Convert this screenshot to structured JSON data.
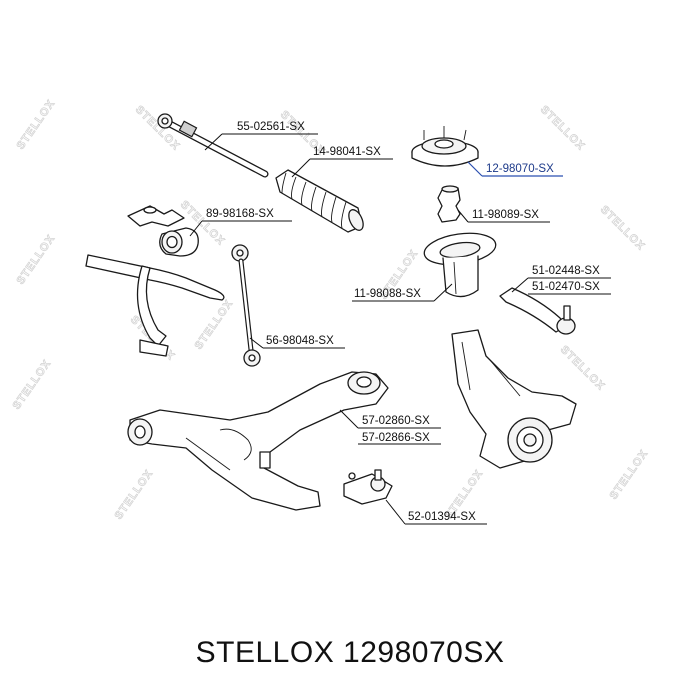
{
  "watermark_text": "STELLOX",
  "labels": [
    {
      "id": "tie-rod",
      "text": "55-02561-SX"
    },
    {
      "id": "steering-boot",
      "text": "14-98041-SX"
    },
    {
      "id": "strut-mount",
      "text": "12-98070-SX",
      "highlight": true
    },
    {
      "id": "bump-stop",
      "text": "11-98089-SX"
    },
    {
      "id": "stabilizer-bushing",
      "text": "89-98168-SX"
    },
    {
      "id": "tie-rod-end-a",
      "text": "51-02448-SX"
    },
    {
      "id": "tie-rod-end-b",
      "text": "51-02470-SX"
    },
    {
      "id": "dust-boot",
      "text": "11-98088-SX"
    },
    {
      "id": "stabilizer-link",
      "text": "56-98048-SX"
    },
    {
      "id": "control-arm-a",
      "text": "57-02860-SX"
    },
    {
      "id": "control-arm-b",
      "text": "57-02866-SX"
    },
    {
      "id": "ball-joint",
      "text": "52-01394-SX"
    }
  ],
  "footer": {
    "brand": "STELLOX",
    "part_number": "1298070SX"
  },
  "colors": {
    "highlight": "#1d3a8a",
    "line": "#111111",
    "watermark": "#d4d4d4"
  }
}
